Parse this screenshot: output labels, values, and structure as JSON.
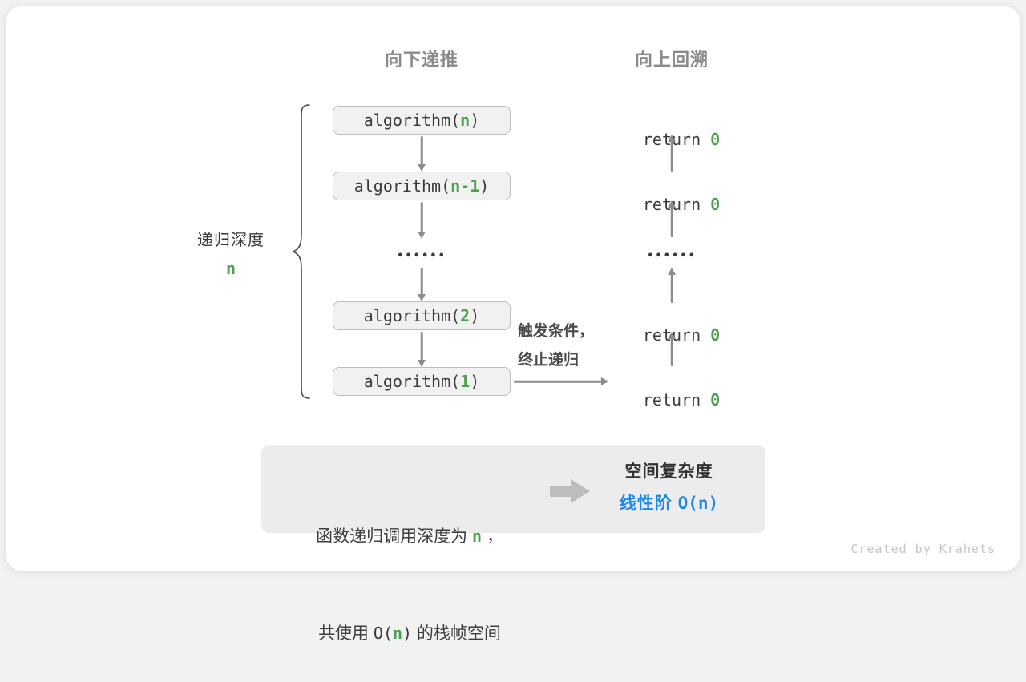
{
  "colors": {
    "green": "#4BA04B",
    "blue": "#1E88E5",
    "arrow_gray": "#8C8C8C",
    "box_fill": "#F1F1F1",
    "box_border": "#BDBDBD",
    "summary_bg": "#ECECEC"
  },
  "headers": {
    "downward": "向下递推",
    "upward": "向上回溯"
  },
  "depth_label": {
    "text": "递归深度",
    "variable": "n"
  },
  "call_stack": [
    {
      "prefix": "algorithm(",
      "arg": "n",
      "suffix": ")"
    },
    {
      "prefix": "algorithm(",
      "arg": "n-1",
      "suffix": ")"
    },
    {
      "prefix": "algorithm(",
      "arg": "2",
      "suffix": ")"
    },
    {
      "prefix": "algorithm(",
      "arg": "1",
      "suffix": ")"
    }
  ],
  "ellipsis": "••••••",
  "returns": [
    {
      "keyword": "return ",
      "value": "0"
    },
    {
      "keyword": "return ",
      "value": "0"
    },
    {
      "keyword": "return ",
      "value": "0"
    },
    {
      "keyword": "return ",
      "value": "0"
    }
  ],
  "trigger_note": {
    "line1": "触发条件，",
    "line2": "终止递归"
  },
  "summary": {
    "line1_pre": "函数递归调用深度为 ",
    "line1_var": "n",
    "line1_post": " ，",
    "line2_pre": "共使用 ",
    "line2_code_open": "O(",
    "line2_code_var": "n",
    "line2_code_close": ")",
    "line2_post": " 的栈帧空间",
    "result_title": "空间复杂度",
    "result_label": "线性阶 ",
    "result_big_o": "O(n)"
  },
  "footer": "Created by Krahets"
}
